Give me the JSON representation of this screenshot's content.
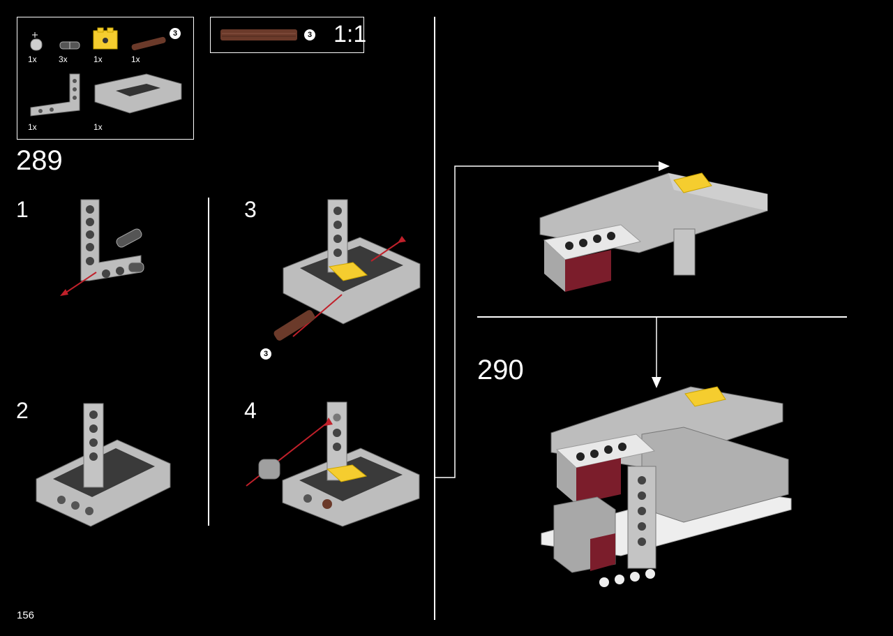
{
  "parts_list": {
    "items": [
      {
        "qty": "1x",
        "icon": "bushing-icon"
      },
      {
        "qty": "3x",
        "icon": "pin-icon"
      },
      {
        "qty": "1x",
        "icon": "yellow-brick-icon"
      },
      {
        "qty": "1x",
        "icon": "axle-icon",
        "badge": "3"
      },
      {
        "qty": "1x",
        "icon": "l-beam-icon"
      },
      {
        "qty": "1x",
        "icon": "frame-icon"
      }
    ]
  },
  "scale_box": {
    "badge": "3",
    "ratio": "1:1"
  },
  "step_main": "289",
  "substeps": [
    "1",
    "2",
    "3",
    "4"
  ],
  "substep3_badge": "3",
  "step_next": "290",
  "page_number": "156",
  "colors": {
    "background": "#000000",
    "brick_gray": "#a5a5a5",
    "brick_yellow": "#f5cd2f",
    "brick_dark_red": "#7b1d2b",
    "axle_brown": "#6b3a2a",
    "arrow_red": "#c0202a"
  }
}
